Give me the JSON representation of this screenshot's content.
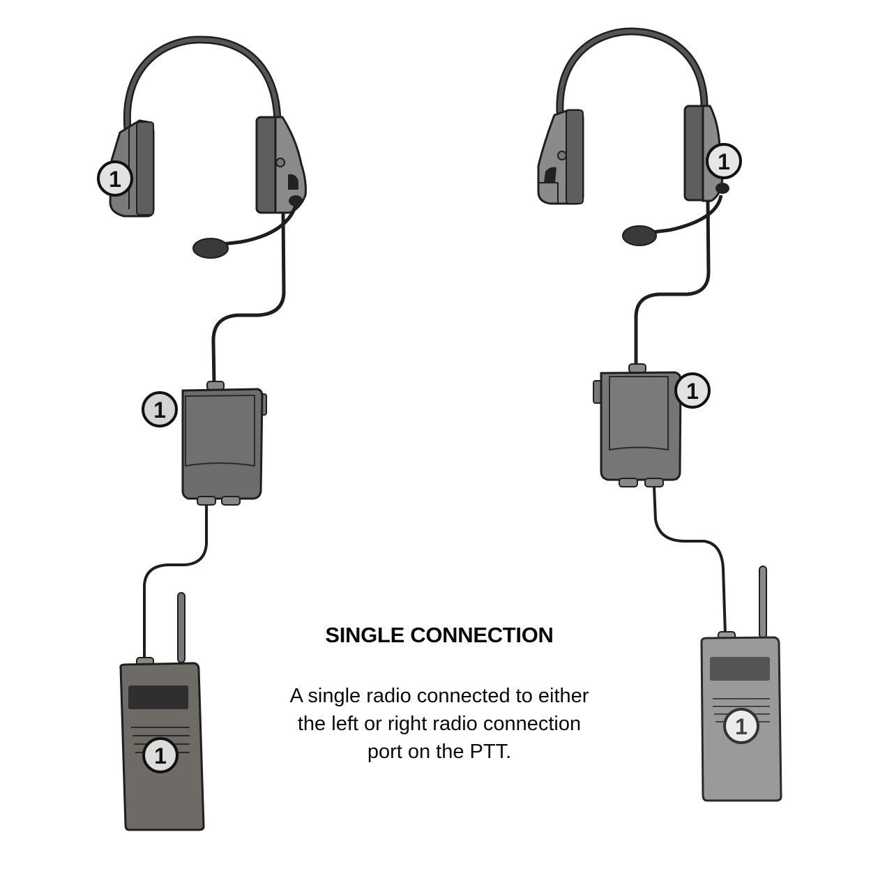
{
  "title": "SINGLE CONNECTION",
  "description": {
    "lines": [
      "A single radio connected to either",
      "the left or right radio connection",
      "port on the PTT."
    ]
  },
  "diagram": {
    "left_setup": {
      "headset_badge": "1",
      "ptt_badge": "1",
      "radio_badge": "1",
      "radio_color": "#6e6a66"
    },
    "right_setup": {
      "headset_badge": "1",
      "ptt_badge": "1",
      "radio_badge": "1",
      "radio_color": "#9a9a9a"
    }
  },
  "colors": {
    "device_gray": "#6d6d6d",
    "device_light": "#8a8a8a",
    "cable": "#1e1e1e",
    "badge_fill": "#e2e2e2",
    "badge_border": "#111111"
  }
}
